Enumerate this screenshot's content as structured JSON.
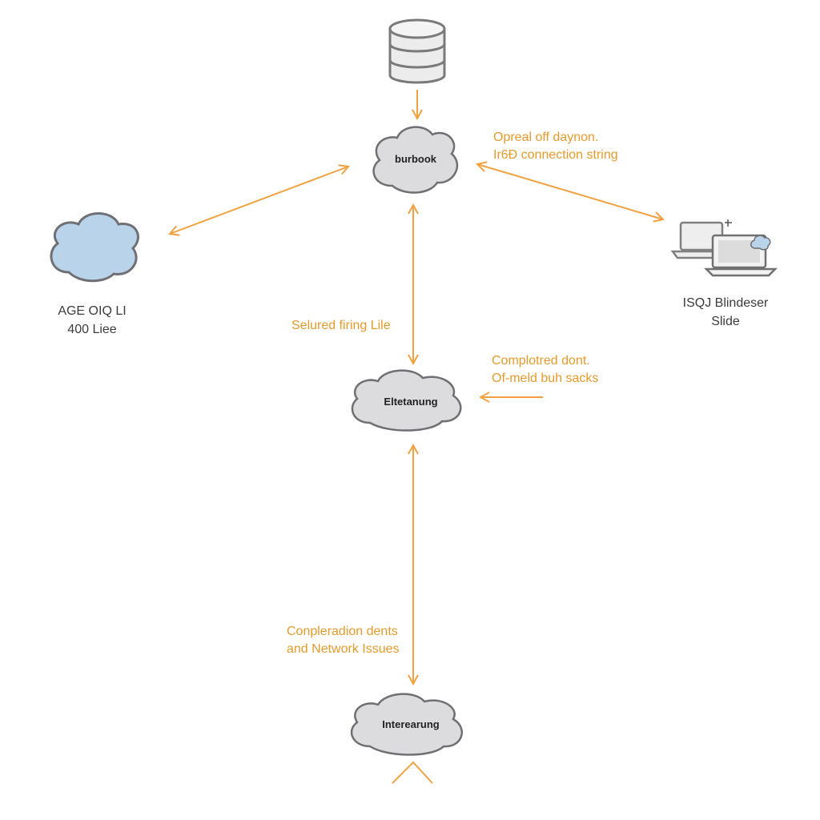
{
  "nodes": {
    "top_cloud_label": "burbook",
    "mid_cloud_label": "Eltetanung",
    "bottom_cloud_label": "Interearung"
  },
  "left_device": {
    "line1": "AGE OIQ LI",
    "line2": "400 Liee"
  },
  "right_device": {
    "line1": "ISQJ Blindeser",
    "line2": "Slide"
  },
  "annotations": {
    "top_right": {
      "line1": "Opreal off daynon.",
      "line2": "Ir6Ɖ connection string"
    },
    "center_left": "Selured firing Lile",
    "mid_right": {
      "line1": "Complotred dont.",
      "line2": "Of-meld buh sacks"
    },
    "bottom_left": {
      "line1": "Conpleradion dents",
      "line2": "and Network Issues"
    }
  },
  "colors": {
    "arrow": "#f0a240",
    "annotation_text": "#e59a2c",
    "cloud_gray_fill": "#dcdcde",
    "cloud_gray_stroke": "#6f6f74",
    "cloud_blue_fill": "#b9d4ea",
    "database_stroke": "#7a7a7a"
  }
}
